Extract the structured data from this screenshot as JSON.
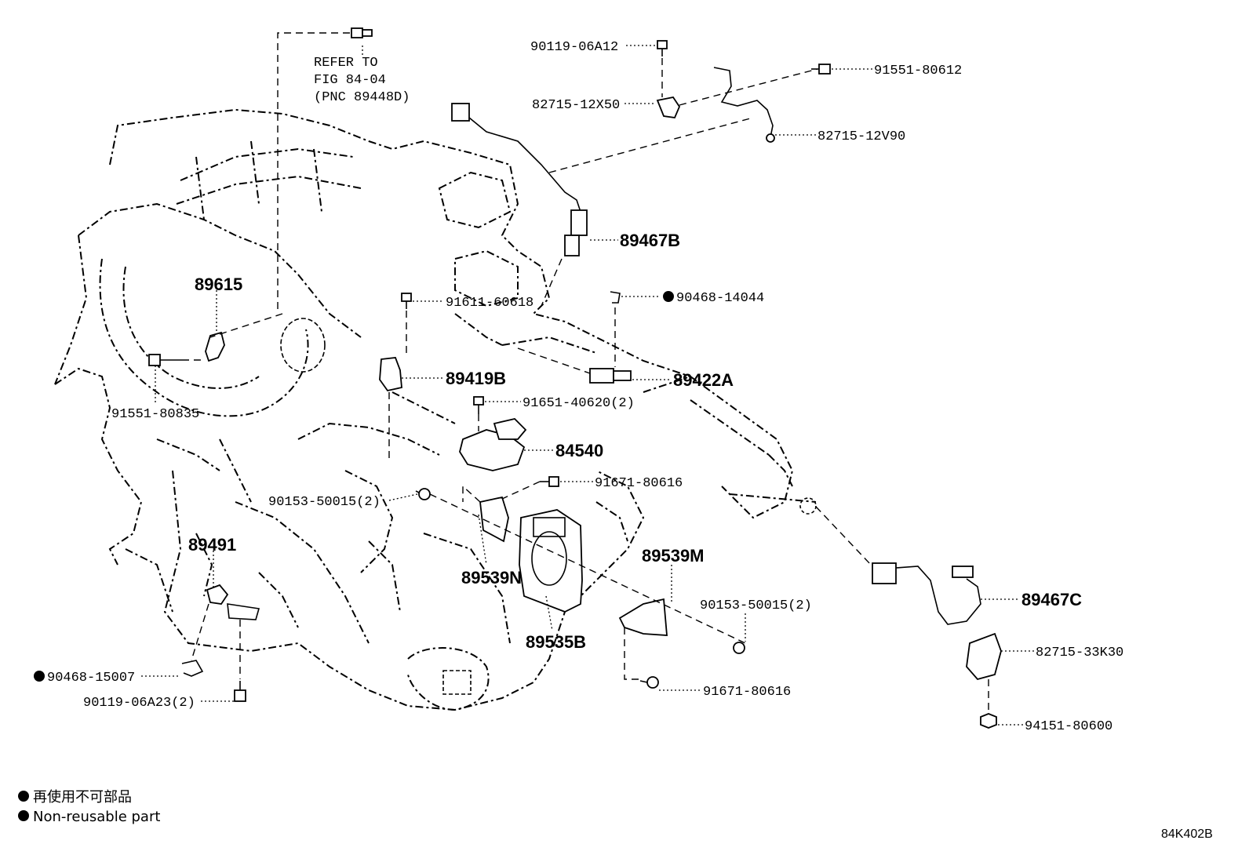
{
  "diagram_id": "84K402B",
  "reference_note": {
    "line1": "REFER TO",
    "line2": "FIG 84-04",
    "line3": "(PNC 89448D)"
  },
  "parts": {
    "p90119_06A12": "90119-06A12",
    "p91551_80612": "91551-80612",
    "p82715_12X50": "82715-12X50",
    "p82715_12V90": "82715-12V90",
    "p89467B": "89467B",
    "p89615": "89615",
    "p91611_60618": "91611-60618",
    "p90468_14044": "90468-14044",
    "p89419B": "89419B",
    "p89422A": "89422A",
    "p91551_80835": "91551-80835",
    "p91651_40620": "91651-40620(2)",
    "p84540": "84540",
    "p90153_50015_a": "90153-50015(2)",
    "p91671_80616_a": "91671-80616",
    "p89491": "89491",
    "p89539N": "89539N",
    "p89539M": "89539M",
    "p90153_50015_b": "90153-50015(2)",
    "p89467C": "89467C",
    "p89535B": "89535B",
    "p82715_33K30": "82715-33K30",
    "p90468_15007": "90468-15007",
    "p90119_06A23": "90119-06A23(2)",
    "p91671_80616_b": "91671-80616",
    "p94151_80600": "94151-80600"
  },
  "legend": {
    "jp": "再使用不可部品",
    "en": "Non-reusable part"
  }
}
